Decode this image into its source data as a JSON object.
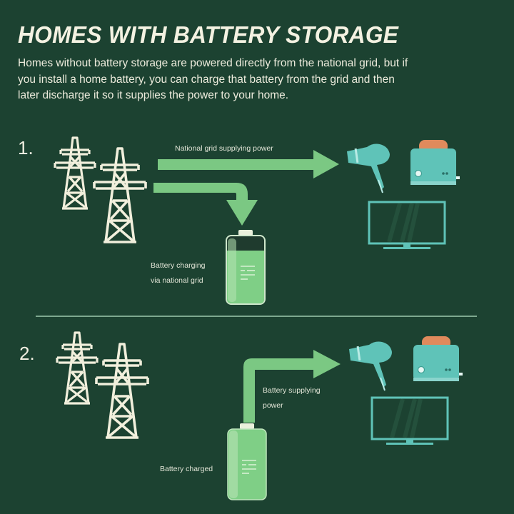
{
  "title": "HOMES WITH BATTERY STORAGE",
  "intro": "Homes without battery storage are powered directly from the national grid, but if you install a home battery, you can charge that battery from the grid and then later discharge it so it supplies the power to your home.",
  "colors": {
    "background": "#1c4231",
    "arrow": "#7bc883",
    "pylon": "#f1efdc",
    "appliance": "#5fc3b8",
    "toast": "#e08a5c",
    "battery": "#7fcf86"
  },
  "scenarios": [
    {
      "number": "1.",
      "grid_arrow_label": "National grid supplying power",
      "battery_label_line1": "Battery charging",
      "battery_label_line2": "via national grid",
      "icons": [
        "pylon-icon",
        "pylon-icon",
        "hair-dryer-icon",
        "toaster-icon",
        "tv-icon",
        "battery-icon"
      ]
    },
    {
      "number": "2.",
      "battery_arrow_label_line1": "Battery supplying",
      "battery_arrow_label_line2": "power",
      "battery_label": "Battery charged",
      "icons": [
        "pylon-icon",
        "pylon-icon",
        "hair-dryer-icon",
        "toaster-icon",
        "tv-icon",
        "battery-icon"
      ]
    }
  ]
}
